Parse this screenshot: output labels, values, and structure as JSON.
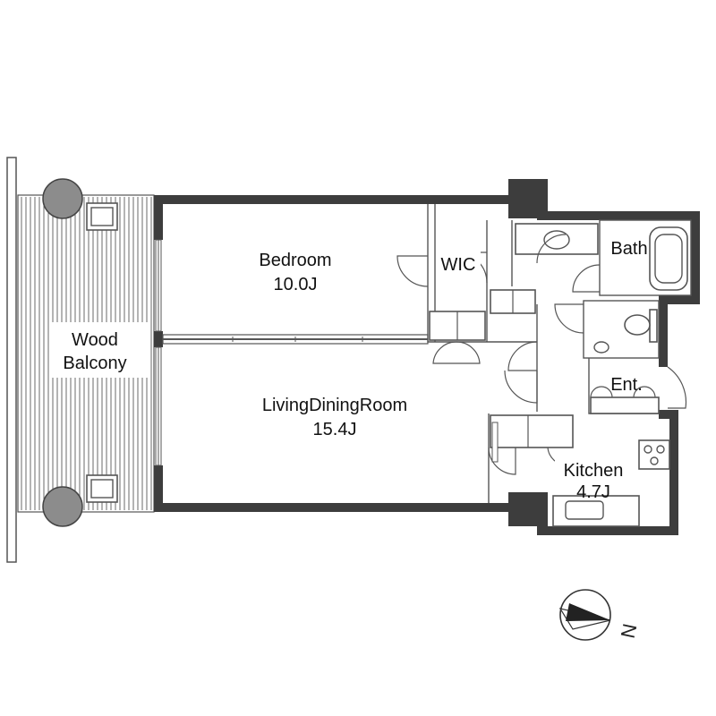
{
  "rooms": {
    "balcony": {
      "line1": "Wood",
      "line2": "Balcony"
    },
    "bedroom": {
      "name": "Bedroom",
      "area": "10.0J"
    },
    "wic": {
      "name": "WIC"
    },
    "bath": {
      "name": "Bath"
    },
    "living": {
      "name": "LivingDiningRoom",
      "area": "15.4J"
    },
    "entrance": {
      "name": "Ent."
    },
    "kitchen": {
      "name": "Kitchen",
      "area": "4.7J"
    }
  },
  "compass": {
    "north_label": "N"
  },
  "colors": {
    "wall": "#3d3d3d",
    "circle": "#8c8c8c",
    "line": "#555555"
  }
}
